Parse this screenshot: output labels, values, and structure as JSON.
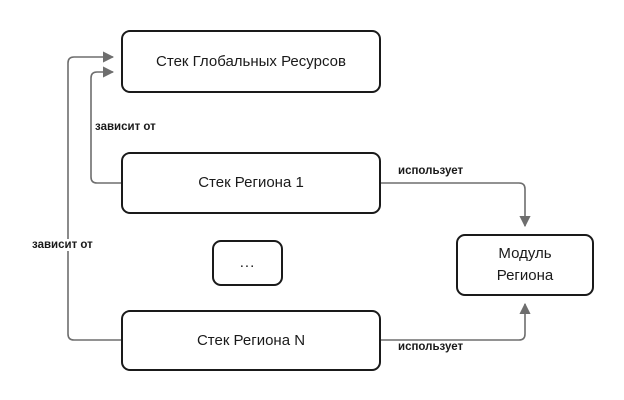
{
  "diagram": {
    "title": "Stack dependency diagram",
    "background_color": "#ffffff",
    "node_border_color": "#1a1a1a",
    "edge_color": "#808080",
    "text_color": "#1a1a1a",
    "nodes": [
      {
        "id": "global",
        "label": "Стек Глобальных Ресурсов"
      },
      {
        "id": "region1",
        "label": "Стек Региона 1"
      },
      {
        "id": "ellipsis",
        "label": "..."
      },
      {
        "id": "regionN",
        "label": "Стек Региона N"
      },
      {
        "id": "module",
        "label_line1": "Модуль",
        "label_line2": "Региона"
      }
    ],
    "edges": [
      {
        "id": "region1-to-global",
        "label": "зависит от",
        "from": "region1",
        "to": "global"
      },
      {
        "id": "regionN-to-global",
        "label": "зависит от",
        "from": "regionN",
        "to": "global"
      },
      {
        "id": "region1-to-module",
        "label": "использует",
        "from": "region1",
        "to": "module"
      },
      {
        "id": "regionN-to-module",
        "label": "использует",
        "from": "regionN",
        "to": "module"
      }
    ]
  }
}
